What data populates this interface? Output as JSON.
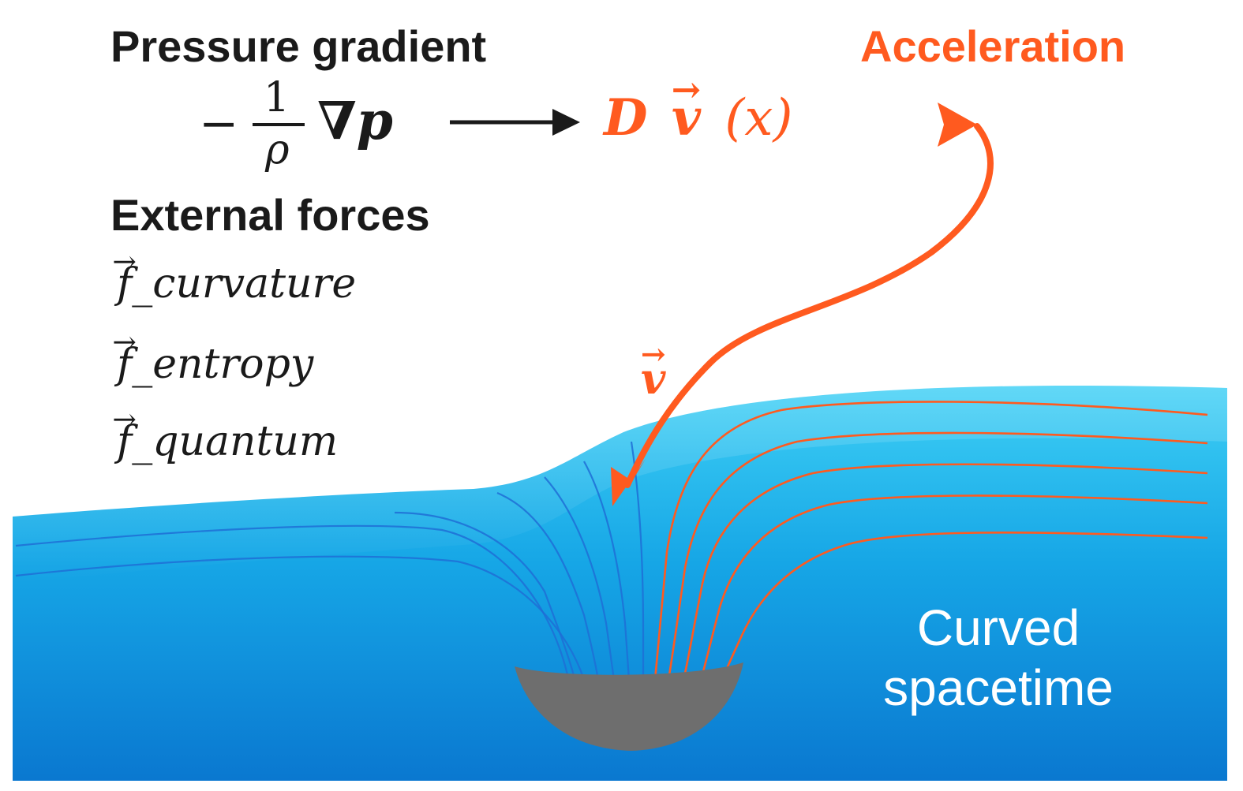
{
  "labels": {
    "pressure_gradient": "Pressure gradient",
    "acceleration": "Acceleration",
    "external_forces": "External forces",
    "curved_line1": "Curved",
    "curved_line2": "spacetime"
  },
  "pressure_term": {
    "minus": "−",
    "numerator": "1",
    "denominator": "ρ",
    "nabla_p": "∇p"
  },
  "acceleration_term": {
    "D": "D",
    "v": "v",
    "arg": "(x)"
  },
  "velocity_label": "v",
  "forces": [
    {
      "f": "f",
      "sub": "_curvature"
    },
    {
      "f": "f",
      "sub": "_entropy"
    },
    {
      "f": "f",
      "sub": "_quantum"
    }
  ],
  "colors": {
    "accent": "#ff5a1f",
    "text": "#1a1a1a",
    "water_light": "#3fd0f5",
    "water_dark": "#0a78d0",
    "field_line_blue": "#1f6fd6",
    "sink": "#6e6e6e"
  }
}
